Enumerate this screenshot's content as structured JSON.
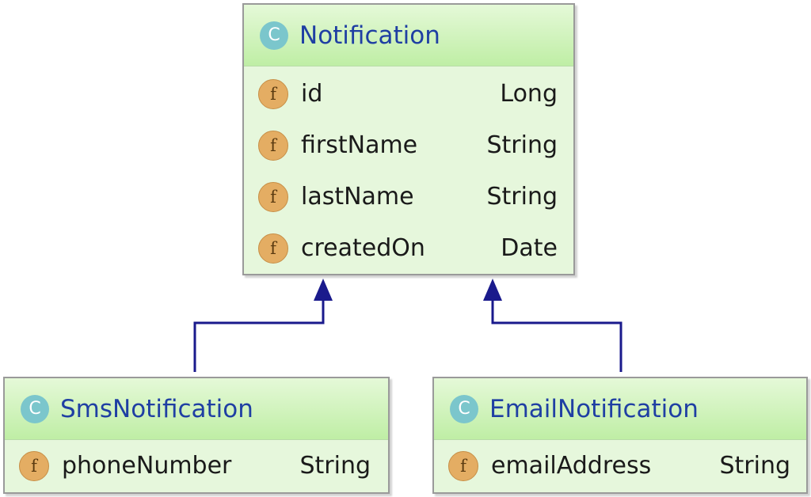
{
  "classes": {
    "notification": {
      "icon_letter": "C",
      "name": "Notification",
      "fields": [
        {
          "icon_letter": "f",
          "name": "id",
          "type": "Long"
        },
        {
          "icon_letter": "f",
          "name": "firstName",
          "type": "String"
        },
        {
          "icon_letter": "f",
          "name": "lastName",
          "type": "String"
        },
        {
          "icon_letter": "f",
          "name": "createdOn",
          "type": "Date"
        }
      ]
    },
    "sms": {
      "icon_letter": "C",
      "name": "SmsNotification",
      "fields": [
        {
          "icon_letter": "f",
          "name": "phoneNumber",
          "type": "String"
        }
      ]
    },
    "email": {
      "icon_letter": "C",
      "name": "EmailNotification",
      "fields": [
        {
          "icon_letter": "f",
          "name": "emailAddress",
          "type": "String"
        }
      ]
    }
  },
  "relations": [
    {
      "from": "SmsNotification",
      "to": "Notification",
      "kind": "inheritance"
    },
    {
      "from": "EmailNotification",
      "to": "Notification",
      "kind": "inheritance"
    }
  ],
  "colors": {
    "class_name": "#1f3fa3",
    "class_icon": "#7bc6cc",
    "field_icon": "#e4ad63",
    "box_fill": "#e6f7dc",
    "header_fill": "#c6f0ae",
    "connector": "#1a1a8c"
  },
  "icons": {
    "class": "class-c-icon",
    "field": "field-f-icon",
    "arrow": "inheritance-arrow-icon"
  }
}
